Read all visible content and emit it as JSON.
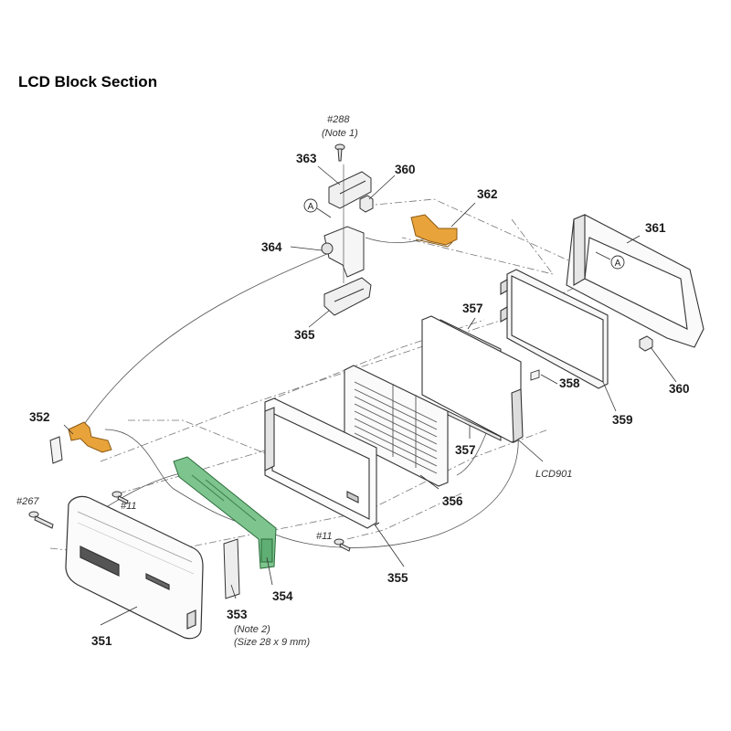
{
  "title": "LCD Block Section",
  "colors": {
    "orange_part": "#E8A33A",
    "green_board": "#7DC48E",
    "line": "#444444"
  },
  "labels": {
    "p351": "351",
    "p352": "352",
    "p353": "353",
    "p354": "354",
    "p355": "355",
    "p356": "356",
    "p357a": "357",
    "p357b": "357",
    "p358": "358",
    "p359": "359",
    "p360a": "360",
    "p360b": "360",
    "p361": "361",
    "p362": "362",
    "p363": "363",
    "p364": "364",
    "p365": "365"
  },
  "refs": {
    "s288": "#288",
    "note1": "(Note 1)",
    "s267": "#267",
    "s11a": "#11",
    "s11b": "#11",
    "lcd901": "LCD901",
    "note2": "(Note 2)",
    "size": "(Size 28 x 9 mm)"
  },
  "markers": {
    "a1": "A",
    "a2": "A"
  }
}
